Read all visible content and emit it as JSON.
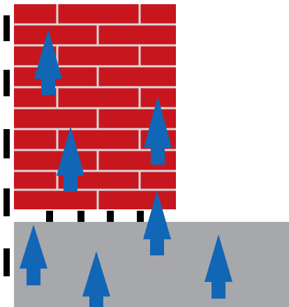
{
  "colors": {
    "background": "#ffffff",
    "brick": "#c8161e",
    "mortar": "#d9d9d9",
    "slab": "#a7a8ab",
    "arrow": "#1166b6",
    "marker": "#000000"
  },
  "icons": {
    "wall": "brick-wall",
    "slab": "concrete-slab",
    "arrow": "up-arrow-icon",
    "marker": "dash-marker"
  },
  "arrow_direction": "up"
}
